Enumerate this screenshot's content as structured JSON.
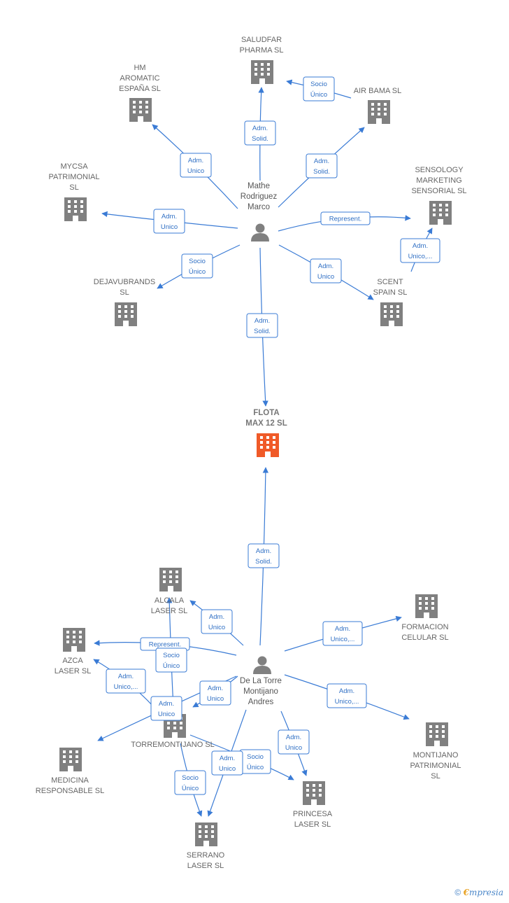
{
  "colors": {
    "company": "#808080",
    "focus": "#f05a28",
    "edge": "#3a7bd5",
    "person": "#808080"
  },
  "nodes": {
    "mathe": {
      "kind": "person",
      "lines": [
        "Mathe",
        "Rodriguez",
        "Marco"
      ]
    },
    "delatorre": {
      "kind": "person",
      "lines": [
        "De La Torre",
        "Montijano",
        "Andres"
      ]
    },
    "flota": {
      "kind": "focus",
      "lines": [
        "FLOTA",
        "MAX 12  SL"
      ]
    },
    "saludfar": {
      "kind": "company",
      "lines": [
        "SALUDFAR",
        "PHARMA  SL"
      ]
    },
    "hm": {
      "kind": "company",
      "lines": [
        "HM",
        "AROMATIC",
        "ESPAÑA SL"
      ]
    },
    "airbama": {
      "kind": "company",
      "lines": [
        "AIR BAMA  SL"
      ]
    },
    "mycsa": {
      "kind": "company",
      "lines": [
        "MYCSA",
        "PATRIMONIAL",
        "SL"
      ]
    },
    "sensology": {
      "kind": "company",
      "lines": [
        "SENSOLOGY",
        "MARKETING",
        "SENSORIAL SL"
      ]
    },
    "dejavu": {
      "kind": "company",
      "lines": [
        "DEJAVUBRANDS",
        "SL"
      ]
    },
    "scent": {
      "kind": "company",
      "lines": [
        "SCENT",
        "SPAIN SL"
      ]
    },
    "alcala": {
      "kind": "company",
      "lines": [
        "ALCALA",
        "LASER  SL"
      ]
    },
    "formacion": {
      "kind": "company",
      "lines": [
        "FORMACION",
        "CELULAR SL"
      ]
    },
    "azca": {
      "kind": "company",
      "lines": [
        "AZCA",
        "LASER  SL"
      ]
    },
    "torremontijano": {
      "kind": "company",
      "lines": [
        "TORREMONTIJANO SL"
      ]
    },
    "medicina": {
      "kind": "company",
      "lines": [
        "MEDICINA",
        "RESPONSABLE SL"
      ]
    },
    "montijano": {
      "kind": "company",
      "lines": [
        "MONTIJANO",
        "PATRIMONIAL",
        "SL"
      ]
    },
    "princesa": {
      "kind": "company",
      "lines": [
        "PRINCESA",
        "LASER  SL"
      ]
    },
    "serrano": {
      "kind": "company",
      "lines": [
        "SERRANO",
        "LASER  SL"
      ]
    }
  },
  "edges": [
    {
      "from": "mathe",
      "to": "saludfar",
      "role": [
        "Adm.",
        "Solid."
      ]
    },
    {
      "from": "airbama",
      "to": "saludfar",
      "role": [
        "Socio",
        "Único"
      ]
    },
    {
      "from": "mathe",
      "to": "hm",
      "role": [
        "Adm.",
        "Unico"
      ]
    },
    {
      "from": "mathe",
      "to": "airbama",
      "role": [
        "Adm.",
        "Solid."
      ]
    },
    {
      "from": "mathe",
      "to": "mycsa",
      "role": [
        "Adm.",
        "Unico"
      ]
    },
    {
      "from": "mathe",
      "to": "sensology",
      "role": [
        "Represent."
      ]
    },
    {
      "from": "scent",
      "to": "sensology",
      "role": [
        "Adm.",
        "Unico,..."
      ]
    },
    {
      "from": "mathe",
      "to": "dejavu",
      "role": [
        "Socio",
        "Único"
      ]
    },
    {
      "from": "mathe",
      "to": "scent",
      "role": [
        "Adm.",
        "Unico"
      ]
    },
    {
      "from": "mathe",
      "to": "flota",
      "role": [
        "Adm.",
        "Solid."
      ]
    },
    {
      "from": "delatorre",
      "to": "flota",
      "role": [
        "Adm.",
        "Solid."
      ]
    },
    {
      "from": "delatorre",
      "to": "alcala",
      "role": [
        "Adm.",
        "Unico"
      ]
    },
    {
      "from": "delatorre",
      "to": "formacion",
      "role": [
        "Adm.",
        "Unico,..."
      ]
    },
    {
      "from": "delatorre",
      "to": "azca",
      "role": [
        "Represent."
      ]
    },
    {
      "from": "torremontijano",
      "to": "azca",
      "role": [
        "Adm.",
        "Unico,..."
      ]
    },
    {
      "from": "torremontijano",
      "to": "alcala",
      "role": [
        "Socio",
        "Único"
      ]
    },
    {
      "from": "delatorre",
      "to": "torremontijano",
      "role": [
        "Adm.",
        "Unico"
      ]
    },
    {
      "from": "delatorre",
      "to": "medicina",
      "role": [
        "Adm.",
        "Unico"
      ]
    },
    {
      "from": "delatorre",
      "to": "montijano",
      "role": [
        "Adm.",
        "Unico,..."
      ]
    },
    {
      "from": "delatorre",
      "to": "princesa",
      "role": [
        "Adm.",
        "Unico"
      ]
    },
    {
      "from": "torremontijano",
      "to": "princesa",
      "role": [
        "Socio",
        "Único"
      ]
    },
    {
      "from": "delatorre",
      "to": "serrano",
      "role": [
        "Adm.",
        "Unico"
      ]
    },
    {
      "from": "torremontijano",
      "to": "serrano",
      "role": [
        "Socio",
        "Único"
      ]
    }
  ],
  "footer": {
    "copyright": "©",
    "brand_initial": "€",
    "brand_rest": "mpresia"
  }
}
